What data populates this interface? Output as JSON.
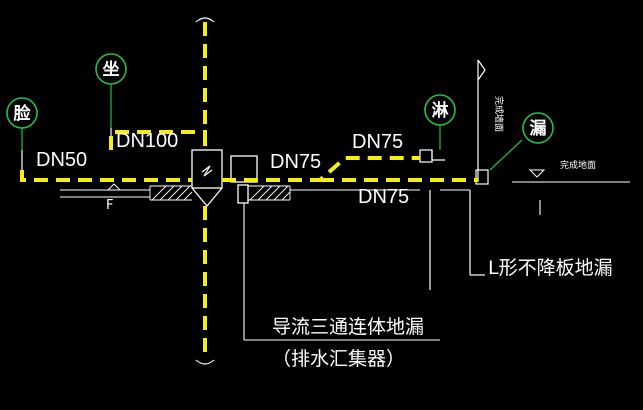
{
  "fixtures": {
    "basin": "脸",
    "toilet": "坐",
    "shower": "淋",
    "floor_drain": "漏"
  },
  "pipe_sizes": {
    "basin": "DN50",
    "toilet": "DN100",
    "main": "DN75",
    "shower_branch": "DN75",
    "drain_branch": "DN75"
  },
  "small_labels": {
    "f_mark": "F",
    "wall_finish": "完成墙面",
    "floor_finish": "完成地面"
  },
  "callouts": {
    "no_drop_drain": "L形不降板地漏",
    "tee_drain": "导流三通连体地漏",
    "collector": "（排水汇集器）"
  },
  "colors": {
    "pipe": "#f5ee10",
    "leader": "#25c040",
    "line": "#ffffff",
    "background": "#000000"
  }
}
